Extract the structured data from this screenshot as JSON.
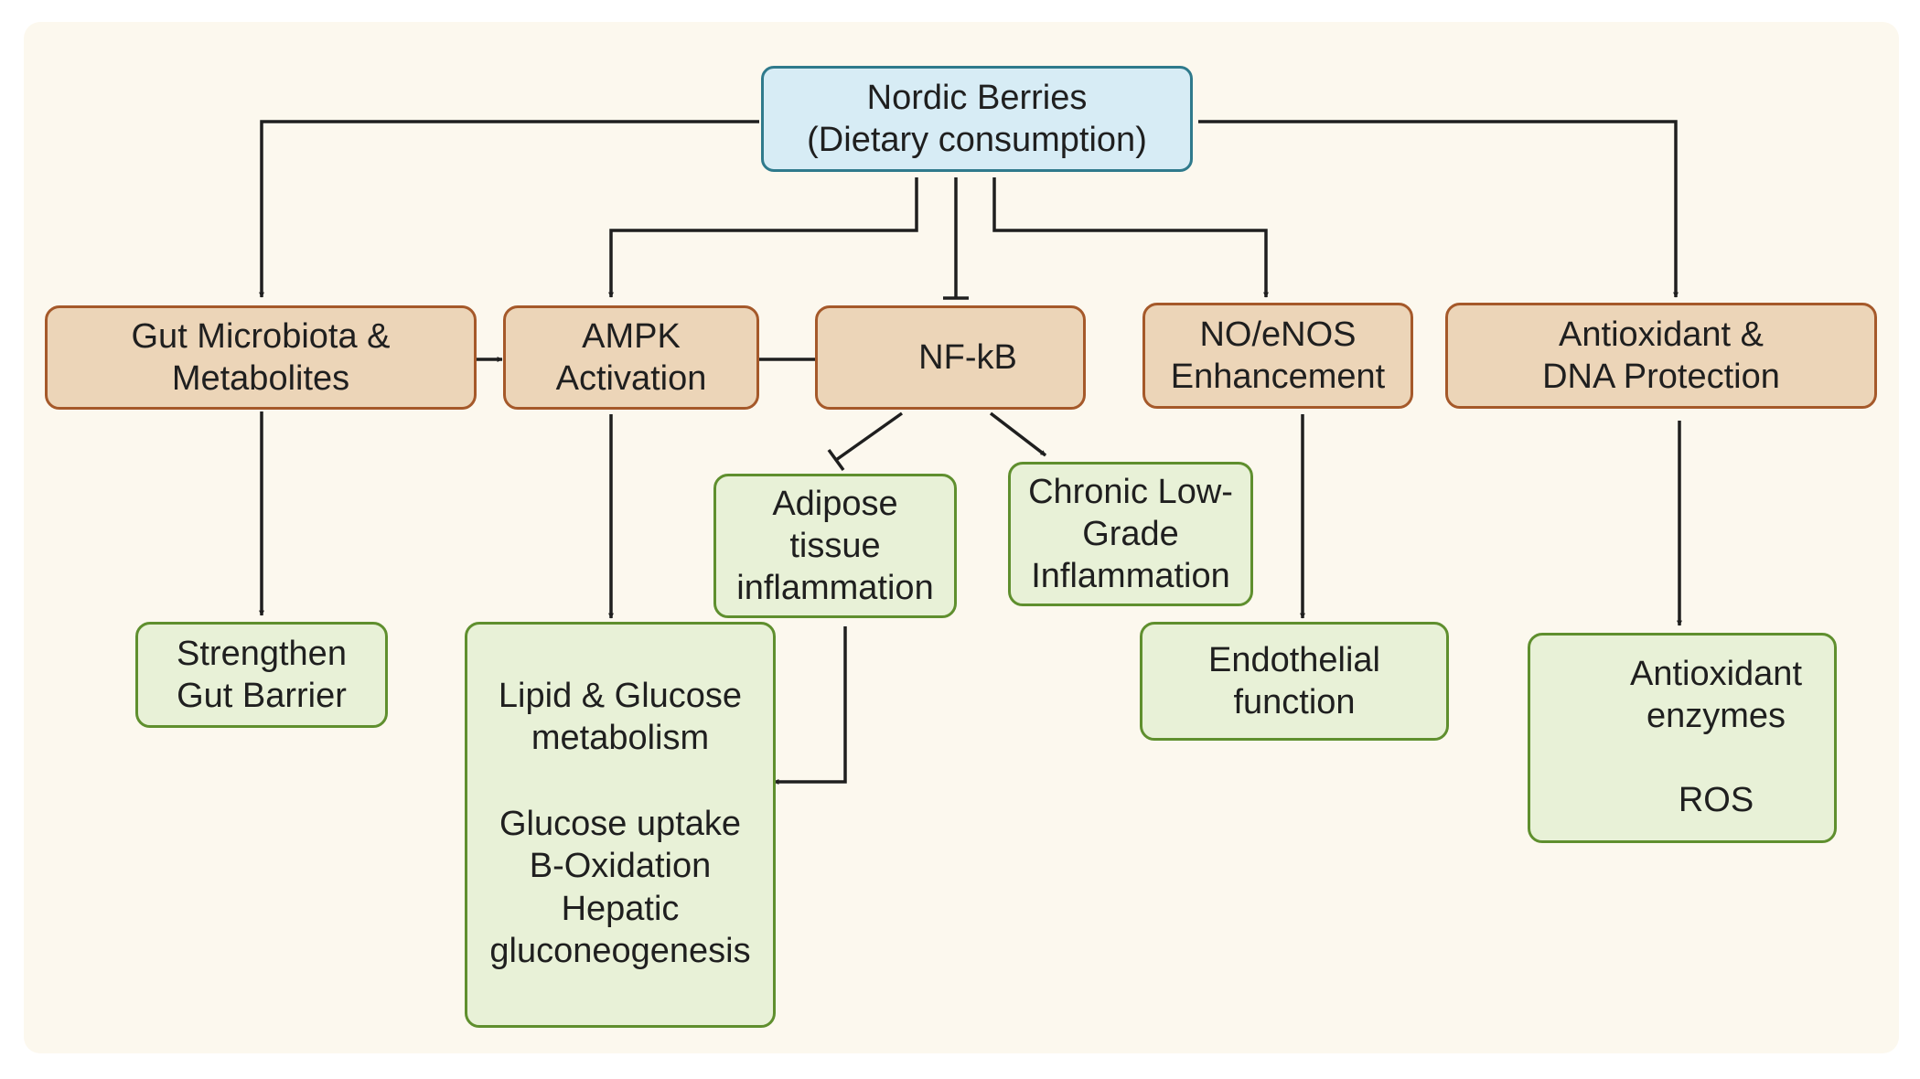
{
  "root": {
    "line1": "Nordic Berries",
    "line2": "(Dietary consumption)"
  },
  "mechanisms": {
    "gut": {
      "line1": "Gut Microbiota &",
      "line2": "Metabolites"
    },
    "ampk": {
      "line1": "AMPK",
      "line2": "Activation"
    },
    "nfkb": {
      "label": "NF-kB"
    },
    "noenos": {
      "line1": "NO/eNOS",
      "line2": "Enhancement"
    },
    "antiox": {
      "line1": "Antioxidant &",
      "line2": "DNA Protection"
    }
  },
  "outcomes": {
    "gut_barrier": {
      "line1": "Strengthen",
      "line2": "Gut Barrier"
    },
    "lipid": {
      "title1": "Lipid & Glucose",
      "title2": "metabolism",
      "item1": "Glucose uptake",
      "item2": "B-Oxidation",
      "item3": "Hepatic",
      "item4": "gluconeogenesis"
    },
    "adipose": {
      "line1": "Adipose",
      "line2": "tissue",
      "line3": "inflammation"
    },
    "chronic": {
      "line1": "Chronic Low-",
      "line2": "Grade",
      "line3": "Inflammation"
    },
    "endothelial": {
      "line1": "Endothelial",
      "line2": "function"
    },
    "antiox_out": {
      "line1": "Antioxidant",
      "line2": "enzymes",
      "line3": "ROS"
    }
  },
  "colors": {
    "root_fill": "#d7ecf5",
    "root_border": "#2f7a8c",
    "mechanism_fill": "#ecd5b8",
    "mechanism_border": "#a5592a",
    "outcome_fill": "#e8f1d7",
    "outcome_border": "#5f8f2e",
    "background": "#fcf8ee",
    "connector": "#1f1f1f"
  }
}
